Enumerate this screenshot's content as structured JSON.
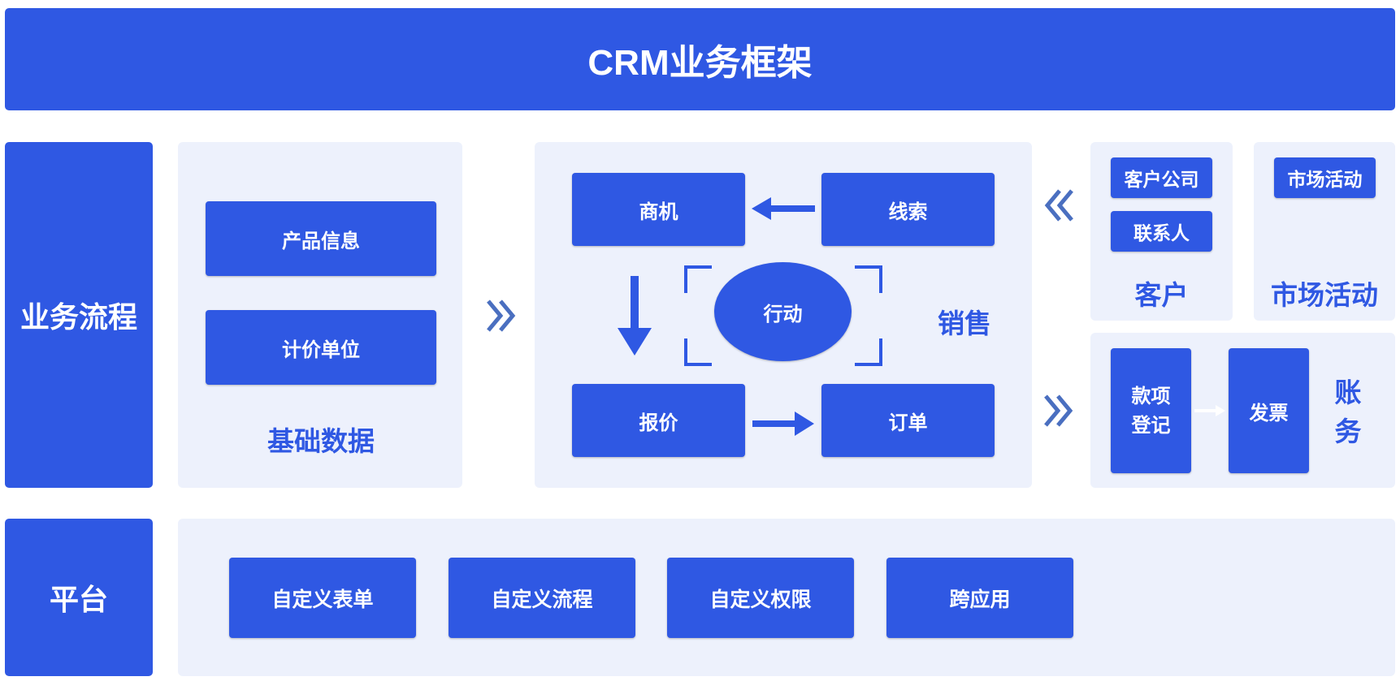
{
  "header": {
    "title": "CRM业务框架"
  },
  "colors": {
    "primary": "#2f58e3",
    "panel_bg": "#edf1fc",
    "arrow": "#4a6fc0"
  },
  "business": {
    "label": "业务流程",
    "base_data": {
      "title": "基础数据",
      "items": [
        "产品信息",
        "计价单位"
      ]
    },
    "sales": {
      "title": "销售",
      "opportunity": "商机",
      "lead": "线索",
      "action": "行动",
      "quote": "报价",
      "order": "订单"
    },
    "customer": {
      "title": "客户",
      "items": [
        "客户公司",
        "联系人"
      ]
    },
    "marketing": {
      "title": "市场活动",
      "items": [
        "市场活动"
      ]
    },
    "account": {
      "title_line1": "账",
      "title_line2": "务",
      "payment_line1": "款项",
      "payment_line2": "登记",
      "invoice": "发票"
    }
  },
  "platform": {
    "label": "平台",
    "items": [
      "自定义表单",
      "自定义流程",
      "自定义权限",
      "跨应用"
    ]
  }
}
